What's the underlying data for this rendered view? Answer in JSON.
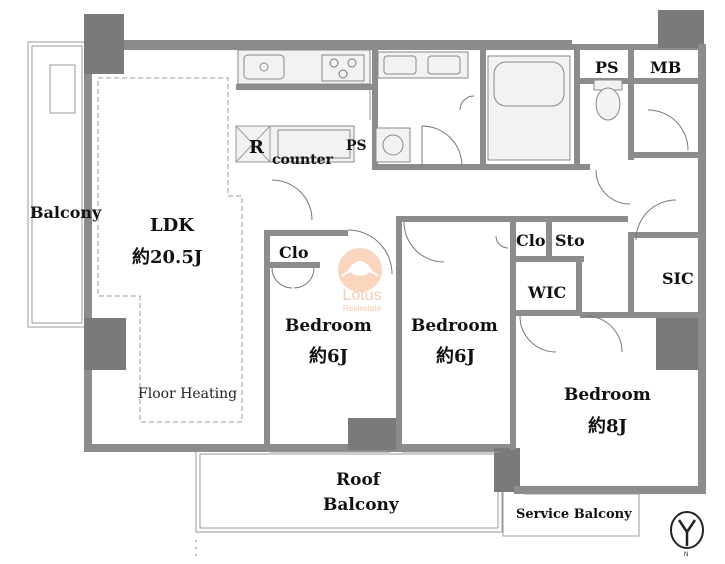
{
  "labels": {
    "balcony_left": "Balcony",
    "ldk": "LDK",
    "ldk_size": "約20.5J",
    "floor_heating": "Floor Heating",
    "refrigerator": "R",
    "counter": "counter",
    "ps_center": "PS",
    "ps_top": "PS",
    "mb": "MB",
    "clo_left": "Clo",
    "clo_right": "Clo",
    "sto": "Sto",
    "wic": "WIC",
    "sic": "SIC",
    "bedroom1": "Bedroom",
    "bedroom1_size": "約6J",
    "bedroom2": "Bedroom",
    "bedroom2_size": "約6J",
    "bedroom3": "Bedroom",
    "bedroom3_size": "約8J",
    "roof_balcony_line1": "Roof",
    "roof_balcony_line2": "Balcony",
    "service_balcony": "Service Balcony",
    "watermark_brand": "Lotus",
    "watermark_sub": "Realestate",
    "compass_letter": "N"
  },
  "colors": {
    "wall": "#8c8c8c",
    "line": "#9a9a9a",
    "watermark": "#f0a070"
  },
  "icons": {
    "compass": "north-arrow-icon",
    "logo": "lotus-flower-icon"
  }
}
